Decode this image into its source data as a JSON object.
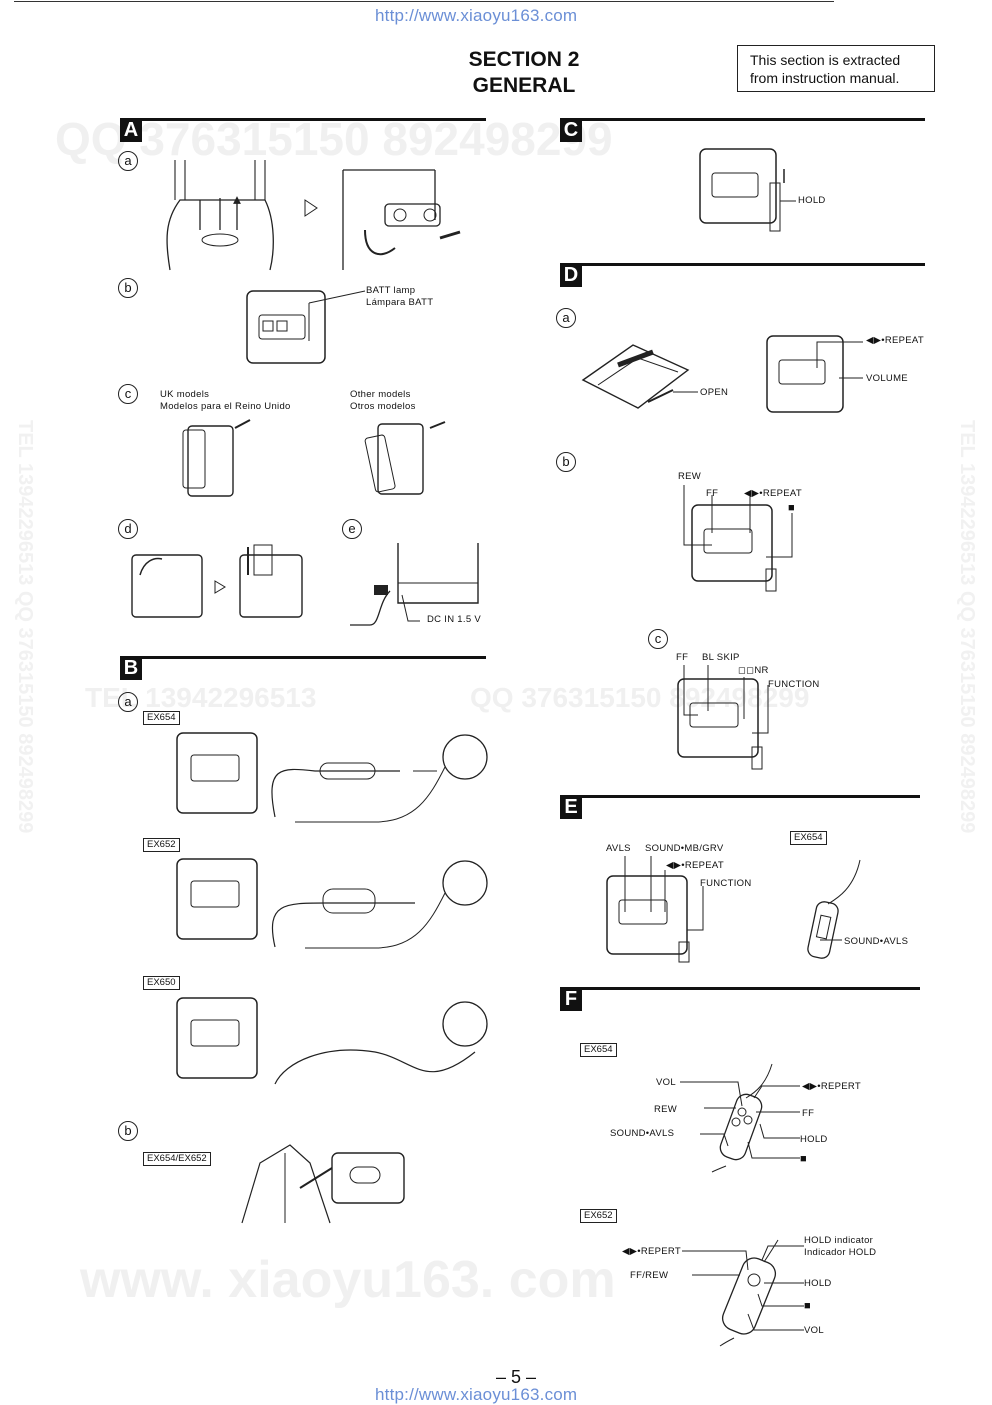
{
  "header": {
    "url_top": "http://www.xiaoyu163.com",
    "section_line1": "SECTION 2",
    "section_line2": "GENERAL",
    "note_line1": "This section is extracted",
    "note_line2": "from instruction manual."
  },
  "watermarks": {
    "qq_top": "QQ 376315150  892498299",
    "tel_mid_left": "TEL 13942296513",
    "qq_mid_right": "QQ 376315150  892498299",
    "www_bottom": "www. xiaoyu163. com",
    "vert_left": "TEL 13942296513  QQ 376315150  892498299",
    "vert_right": "TEL 13942296513  QQ 376315150  892498299"
  },
  "sections": {
    "A": {
      "badge": "A",
      "subs": [
        "a",
        "b",
        "c",
        "d",
        "e"
      ],
      "batt_lamp_en": "BATT lamp",
      "batt_lamp_es": "Lámpara BATT",
      "uk_models_en": "UK models",
      "uk_models_es": "Modelos para el Reino Unido",
      "other_models_en": "Other models",
      "other_models_es": "Otros modelos",
      "dc_in": "DC IN 1.5 V"
    },
    "B": {
      "badge": "B",
      "subs": [
        "a",
        "b"
      ],
      "models": [
        "EX654",
        "EX652",
        "EX650"
      ],
      "model_b": "EX654/EX652"
    },
    "C": {
      "badge": "C",
      "hold": "HOLD"
    },
    "D": {
      "badge": "D",
      "subs": [
        "a",
        "b",
        "c"
      ],
      "repeat": "◀▶•REPEAT",
      "volume": "VOLUME",
      "open": "OPEN",
      "rew": "REW",
      "ff": "FF",
      "stop": "■",
      "bl_skip": "BL SKIP",
      "dolby_nr": "◻◻NR",
      "function": "FUNCTION"
    },
    "E": {
      "badge": "E",
      "avls": "AVLS",
      "sound_mb_grv": "SOUND•MB/GRV",
      "repeat": "◀▶•REPEAT",
      "function": "FUNCTION",
      "model": "EX654",
      "sound_avls": "SOUND•AVLS"
    },
    "F": {
      "badge": "F",
      "model1": "EX654",
      "vol": "VOL",
      "rew": "REW",
      "sound_avls": "SOUND•AVLS",
      "repert": "◀▶•REPERT",
      "ff": "FF",
      "hold": "HOLD",
      "stop": "■",
      "model2": "EX652",
      "hold_indicator_en": "HOLD indicator",
      "hold_indicator_es": "Indicador HOLD",
      "ff_rew": "FF/REW"
    }
  },
  "footer": {
    "page_number": "– 5 –",
    "url_bottom": "http://www.xiaoyu163.com"
  }
}
